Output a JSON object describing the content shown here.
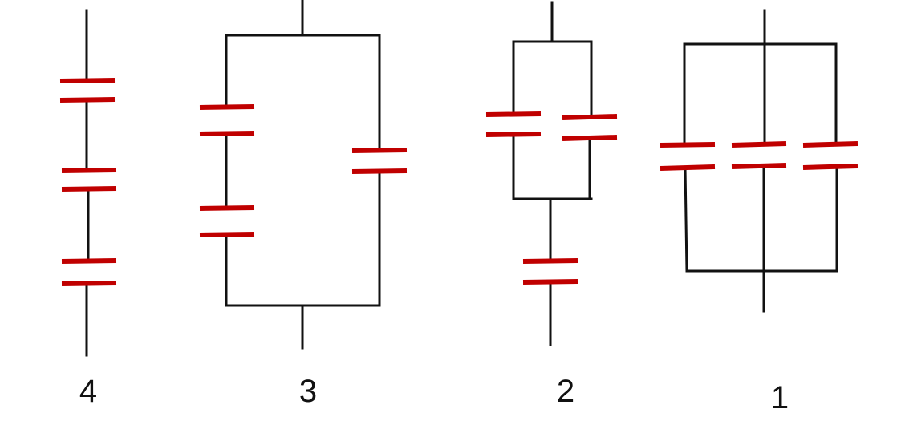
{
  "colors": {
    "wire": "#111111",
    "capacitor": "#c00000",
    "background": "#ffffff"
  },
  "circuits": [
    {
      "id": "circuit-4",
      "label": "4",
      "description_capacitors": 3
    },
    {
      "id": "circuit-3",
      "label": "3",
      "description_capacitors": 3
    },
    {
      "id": "circuit-2",
      "label": "2",
      "description_capacitors": 3
    },
    {
      "id": "circuit-1",
      "label": "1",
      "description_capacitors": 3
    }
  ]
}
